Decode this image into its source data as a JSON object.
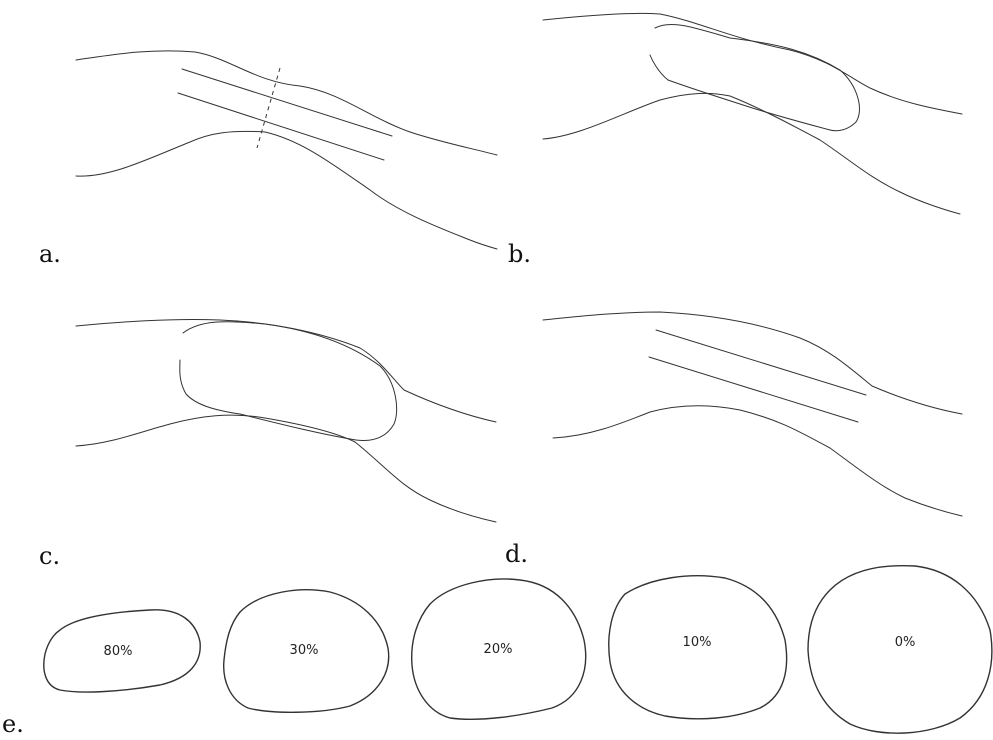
{
  "labels": {
    "a": "a.",
    "b": "b.",
    "c": "c.",
    "d": "d.",
    "e": "e."
  },
  "cross_sections": [
    {
      "percent": "80%"
    },
    {
      "percent": "30%"
    },
    {
      "percent": "20%"
    },
    {
      "percent": "10%"
    },
    {
      "percent": "0%"
    }
  ],
  "colors": {
    "line": "#333333",
    "background": "#ffffff"
  }
}
